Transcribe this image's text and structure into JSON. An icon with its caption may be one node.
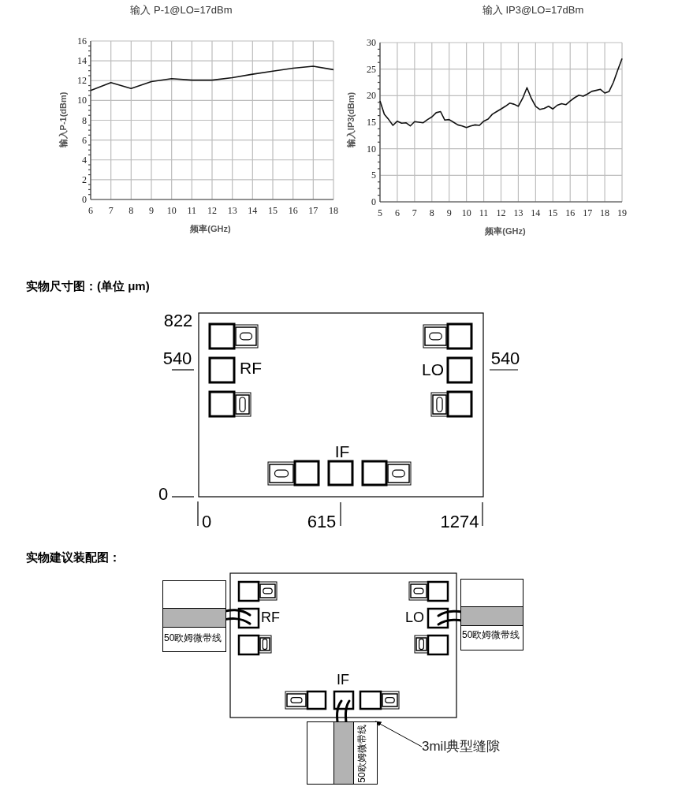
{
  "diagram": {
    "nodes": [
      {
        "text": [
          "50欧姆微带线"
        ]
      },
      {
        "text": [
          "50欧姆微带线"
        ]
      },
      {
        "text": [
          "50欧姆微带线"
        ]
      },
      {
        "text": [
          "3mil典型缝隙"
        ]
      }
    ],
    "edges": [
      {
        "from": 3,
        "to": 2,
        "arrow": "to"
      }
    ],
    "labels": [
      "实物尺寸图：(单位 μm)",
      "822",
      "540",
      "RF",
      "LO",
      "540",
      "IF",
      "0",
      "0",
      "615",
      "1274",
      "实物建议装配图：",
      "RF",
      "LO",
      "IF"
    ],
    "chart_data": [
      {
        "type": "line",
        "title": "输入 P-1@LO=17dBm",
        "xlabel": "频率(GHz)",
        "ylabel": "输入P-1(dBm)",
        "x": [
          6,
          7,
          8,
          9,
          10,
          11,
          12,
          13,
          14,
          15,
          16,
          17,
          18
        ],
        "values": [
          11.0,
          11.8,
          11.2,
          11.9,
          12.2,
          12.05,
          12.05,
          12.3,
          12.65,
          12.95,
          13.25,
          13.45,
          13.1
        ],
        "xlim": [
          6,
          18
        ],
        "ylim": [
          0,
          16
        ],
        "grid": true,
        "xticks": [
          6,
          7,
          8,
          9,
          10,
          11,
          12,
          13,
          14,
          15,
          16,
          17,
          18
        ],
        "yticks": [
          0,
          2,
          4,
          6,
          8,
          10,
          12,
          14,
          16
        ]
      },
      {
        "type": "line",
        "title": "输入 IP3@LO=17dBm",
        "xlabel": "频率(GHz)",
        "ylabel": "输入IP3(dBm)",
        "x": [
          5,
          5.25,
          5.5,
          5.75,
          6,
          6.25,
          6.5,
          6.75,
          7,
          7.25,
          7.5,
          7.75,
          8,
          8.25,
          8.5,
          8.75,
          9,
          9.25,
          9.5,
          9.75,
          10,
          10.25,
          10.5,
          10.75,
          11,
          11.25,
          11.5,
          11.75,
          12,
          12.25,
          12.5,
          12.75,
          13,
          13.25,
          13.5,
          13.75,
          14,
          14.25,
          14.5,
          14.75,
          15,
          15.25,
          15.5,
          15.75,
          16,
          16.25,
          16.5,
          16.75,
          17,
          17.25,
          17.5,
          17.75,
          18,
          18.25,
          18.5,
          18.75,
          19
        ],
        "values": [
          19,
          16.5,
          15.5,
          14.4,
          15.2,
          14.8,
          14.9,
          14.3,
          15.1,
          15.0,
          14.9,
          15.5,
          16.0,
          16.8,
          17.0,
          15.4,
          15.5,
          15.0,
          14.5,
          14.3,
          14.0,
          14.3,
          14.5,
          14.4,
          15.2,
          15.6,
          16.5,
          17.0,
          17.5,
          18.0,
          18.6,
          18.4,
          18.0,
          19.5,
          21.5,
          19.5,
          18.0,
          17.4,
          17.6,
          18.0,
          17.5,
          18.2,
          18.5,
          18.3,
          19.0,
          19.6,
          20.1,
          19.9,
          20.3,
          20.8,
          21.0,
          21.2,
          20.5,
          20.8,
          22.5,
          24.8,
          27
        ],
        "xlim": [
          5,
          19
        ],
        "ylim": [
          0,
          30
        ],
        "grid": true,
        "xticks": [
          5,
          6,
          7,
          8,
          9,
          10,
          11,
          12,
          13,
          14,
          15,
          16,
          17,
          18,
          19
        ],
        "yticks": [
          0,
          5,
          10,
          15,
          20,
          25,
          30
        ]
      }
    ]
  }
}
